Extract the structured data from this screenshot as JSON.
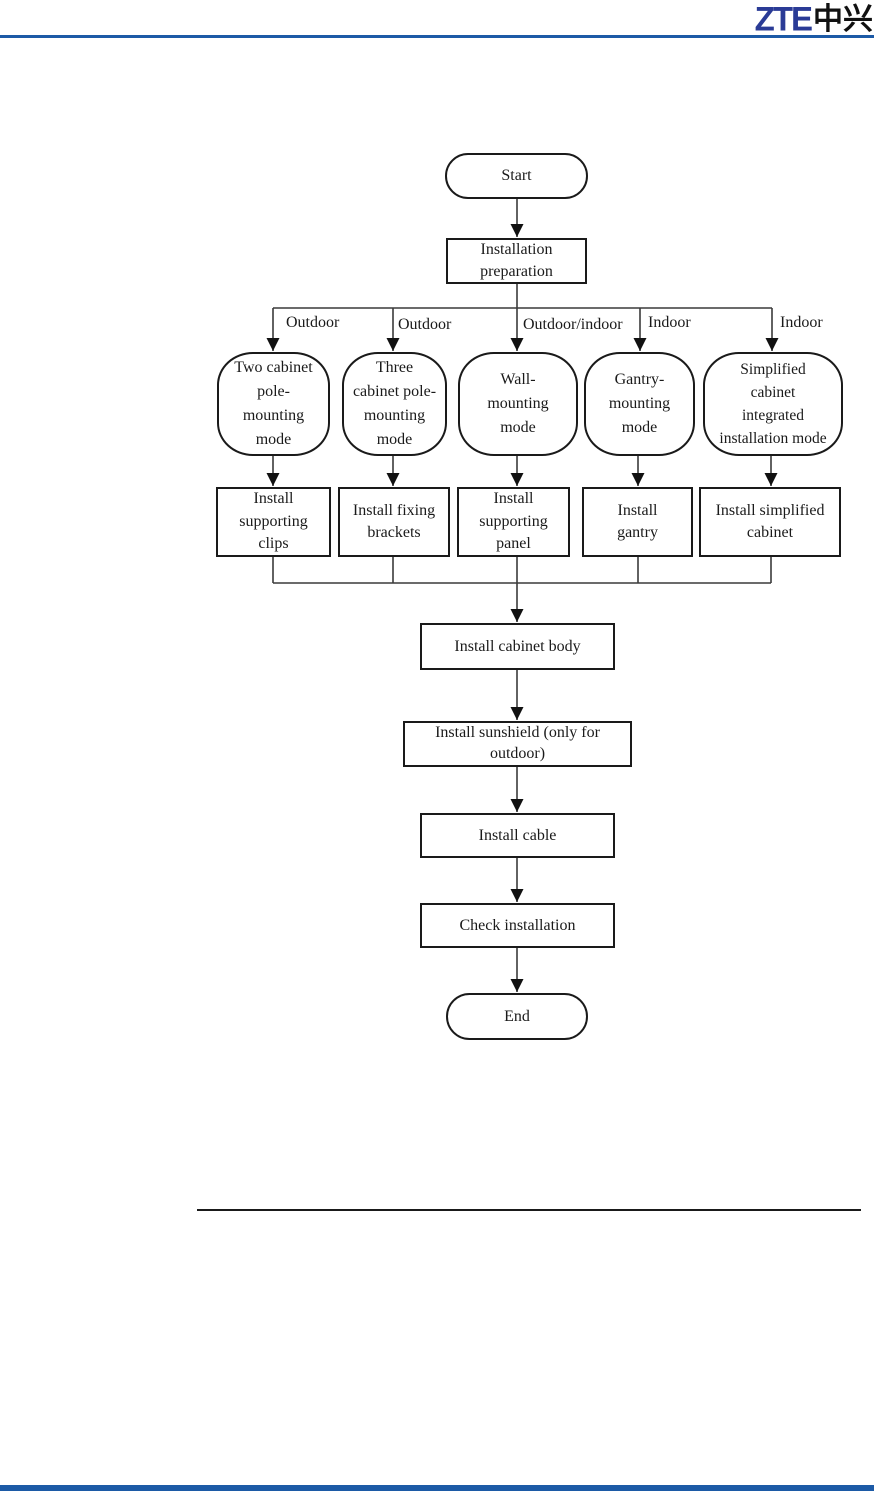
{
  "header": {
    "logo_latin": "ZTE",
    "logo_cjk": "中兴",
    "brand_blue": "#2a3b96",
    "rule_blue": "#1c5aa6"
  },
  "flowchart": {
    "start": "Start",
    "preparation": "Installation\npreparation",
    "branch_labels": [
      "Outdoor",
      "Outdoor",
      "Outdoor/indoor",
      "Indoor",
      "Indoor"
    ],
    "modes": {
      "two_cabinet_pole": "Two cabinet\npole-\nmounting\nmode",
      "three_cabinet_pole": "Three\ncabinet pole-\nmounting\nmode",
      "wall": "Wall-\nmounting\nmode",
      "gantry": "Gantry-\nmounting\nmode",
      "simplified": "Simplified\ncabinet\nintegrated\ninstallation mode"
    },
    "branch_steps": {
      "supporting_clips": "Install\nsupporting\nclips",
      "fixing_brackets": "Install fixing\nbrackets",
      "supporting_panel": "Install\nsupporting\npanel",
      "gantry": "Install\ngantry",
      "simplified_cabinet": "Install simplified\ncabinet"
    },
    "common_steps": {
      "cabinet_body": "Install cabinet body",
      "sunshield": "Install sunshield (only for\noutdoor)",
      "cable": "Install cable",
      "check": "Check installation"
    },
    "end": "End"
  }
}
